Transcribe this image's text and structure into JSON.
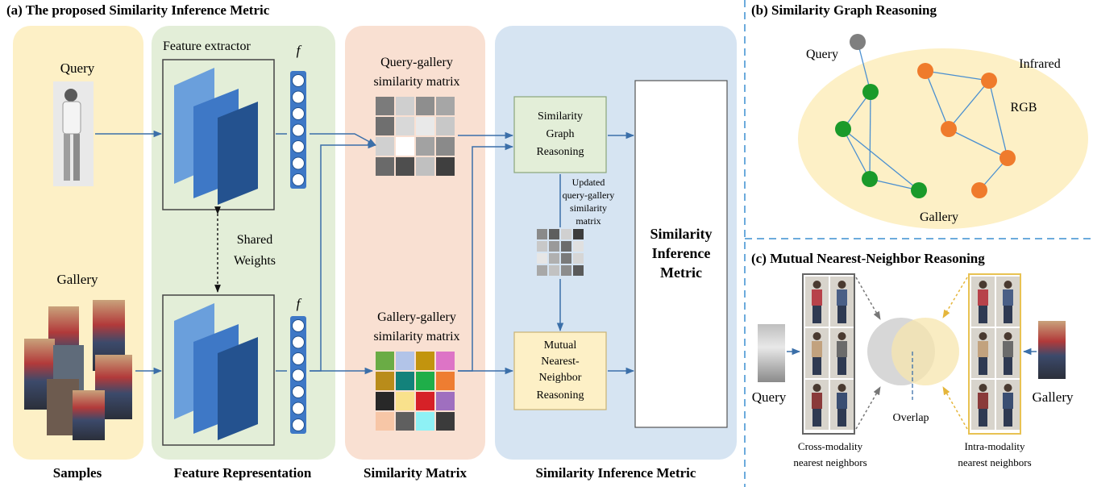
{
  "panel_a": {
    "title": "(a) The proposed Similarity Inference Metric",
    "columns": {
      "samples": "Samples",
      "feature_representation": "Feature Representation",
      "similarity_matrix": "Similarity Matrix",
      "similarity_inference_metric": "Similarity Inference Metric"
    },
    "query_label": "Query",
    "gallery_label": "Gallery",
    "feature_extractor": "Feature extractor",
    "feature_symbol": "f",
    "shared_weights": [
      "Shared",
      "Weights"
    ],
    "qg_matrix_label": [
      "Query-gallery",
      "similarity matrix"
    ],
    "gg_matrix_label": [
      "Gallery-gallery",
      "similarity matrix"
    ],
    "sgr_box": [
      "Similarity",
      "Graph",
      "Reasoning"
    ],
    "mnnr_box": [
      "Mutual",
      "Nearest-",
      "Neighbor",
      "Reasoning"
    ],
    "updated_label": [
      "Updated",
      "query-gallery",
      "similarity",
      "matrix"
    ],
    "sim_box": [
      "Similarity",
      "Inference",
      "Metric"
    ],
    "qg_matrix_colors": [
      "#7b7b7b",
      "#cfcfcf",
      "#8e8e8e",
      "#a6a6a6",
      "#6f6f6f",
      "#d8d8d8",
      "#e9e9e9",
      "#c8c8c8",
      "#d0d0d0",
      "#ffffff",
      "#a2a2a2",
      "#8a8a8a",
      "#6a6a6a",
      "#4e4e4e",
      "#c0c0c0",
      "#3f3f3f"
    ],
    "gg_matrix_colors": [
      "#6aac45",
      "#b2c4e8",
      "#c2940e",
      "#dd74c6",
      "#b98c1a",
      "#13827b",
      "#1fae49",
      "#ee7d31",
      "#282828",
      "#f9e18c",
      "#d62127",
      "#9f6fbf",
      "#f7c6a6",
      "#5f5f5f",
      "#8ef1f5",
      "#3b3b3b"
    ],
    "updated_matrix_colors": [
      "#8a8a8a",
      "#5e5e5e",
      "#d0d0d0",
      "#3c3c3c",
      "#c8c8c8",
      "#9a9a9a",
      "#6c6c6c",
      "#e0e0e0",
      "#e6e6e6",
      "#b0b0b0",
      "#7a7a7a",
      "#d6d6d6",
      "#a8a8a8",
      "#c2c2c2",
      "#8c8c8c",
      "#5a5a5a"
    ]
  },
  "panel_b": {
    "title": "(b) Similarity Graph Reasoning",
    "query_label": "Query",
    "infrared_label": "Infrared",
    "rgb_label": "RGB",
    "gallery_label": "Gallery"
  },
  "panel_c": {
    "title": "(c) Mutual Nearest-Neighbor Reasoning",
    "query_label": "Query",
    "gallery_label": "Gallery",
    "overlap_label": "Overlap",
    "cross_label": [
      "Cross-modality",
      "nearest neighbors"
    ],
    "intra_label": [
      "Intra-modality",
      "nearest neighbors"
    ]
  },
  "colors": {
    "samples_bg": "#fdf0c6",
    "feature_bg": "#e3eed8",
    "matrix_bg": "#f9e0d2",
    "metric_bg": "#d6e4f2",
    "arrow": "#3b6fa9",
    "green_node": "#1a9a2a",
    "orange_node": "#ef7b2c",
    "query_node": "#7f7f7f"
  }
}
